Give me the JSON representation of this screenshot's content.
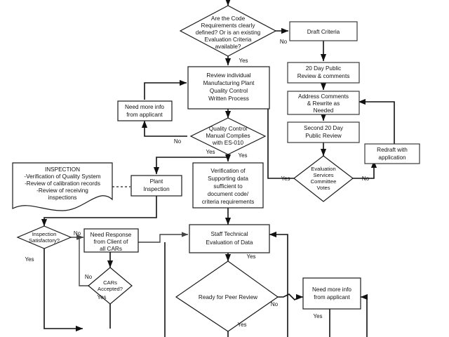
{
  "diagram": {
    "title": "Code Requirements Evaluation Flowchart",
    "background": "#ffffff",
    "stroke": "#1a1a1a",
    "nodes": {
      "code_requirements": {
        "shape": "decision",
        "lines": [
          "Are the Code",
          "Requirements clearly",
          "defined? Or is an existing",
          "Evaluation Criteria",
          "available?"
        ]
      },
      "draft_criteria": {
        "shape": "process",
        "lines": [
          "Draft Criteria"
        ]
      },
      "public_review_20day": {
        "shape": "process",
        "lines": [
          "20 Day Public",
          "Review & comments"
        ]
      },
      "address_comments": {
        "shape": "process",
        "lines": [
          "Address Comments",
          "& Rewrite as",
          "Needed"
        ]
      },
      "second_public_review": {
        "shape": "process",
        "lines": [
          "Second 20 Day",
          "Public Review"
        ]
      },
      "redraft_with_application": {
        "shape": "process",
        "lines": [
          "Redraft with",
          "application"
        ]
      },
      "evaluation_services_votes": {
        "shape": "decision",
        "lines": [
          "Evaluation",
          "Services",
          "Committee",
          "Votes"
        ]
      },
      "review_individual": {
        "shape": "process",
        "lines": [
          "Review individual",
          "Manufacturing Plant",
          "Quality Control",
          "Written Process"
        ]
      },
      "need_more_info_top": {
        "shape": "process",
        "lines": [
          "Need more info",
          "from applicant"
        ]
      },
      "qc_manual_complies": {
        "shape": "decision",
        "lines": [
          "Quality Control",
          "Manual Complies",
          "with ES-010"
        ]
      },
      "inspection_note": {
        "shape": "document",
        "lines": [
          "INSPECTION",
          "-Verification of Quality System",
          "-Review of calibration records",
          "-Review of receiving",
          "inspections"
        ]
      },
      "plant_inspection": {
        "shape": "process",
        "lines": [
          "Plant",
          "Inspection"
        ]
      },
      "verification_supporting": {
        "shape": "process",
        "lines": [
          "Verification of",
          "Supporting data",
          "sufficient to",
          "document code/",
          "criteria requirements"
        ]
      },
      "inspection_satisfactory": {
        "shape": "decision",
        "lines": [
          "Inspection",
          "Satisfactory?"
        ]
      },
      "need_response_cars": {
        "shape": "process",
        "lines": [
          "Need Response",
          "from Client of",
          "all CARs"
        ]
      },
      "cars_accepted": {
        "shape": "decision",
        "lines": [
          "CARs",
          "Accepted?"
        ]
      },
      "staff_technical_eval": {
        "shape": "process",
        "lines": [
          "Staff Technical",
          "Evaluation of Data"
        ]
      },
      "ready_for_peer_review": {
        "shape": "decision",
        "lines": [
          "Ready for Peer Review"
        ]
      },
      "need_more_info_bottom": {
        "shape": "process",
        "lines": [
          "Need more info",
          "from applicant"
        ]
      }
    },
    "edge_labels": {
      "code_req_no": "No",
      "code_req_yes": "Yes",
      "qc_manual_no": "No",
      "qc_manual_yes": "Yes",
      "verification_yes": "Yes",
      "eval_votes_yes": "Yes",
      "eval_votes_no": "No",
      "inspection_sat_yes": "Yes",
      "inspection_sat_no": "No",
      "cars_accepted_yes": "Yes",
      "cars_accepted_no": "No",
      "staff_eval_yes": "Yes",
      "peer_review_yes": "Yes",
      "peer_review_no": "No",
      "need_info_bottom_yes": "Yes"
    }
  }
}
